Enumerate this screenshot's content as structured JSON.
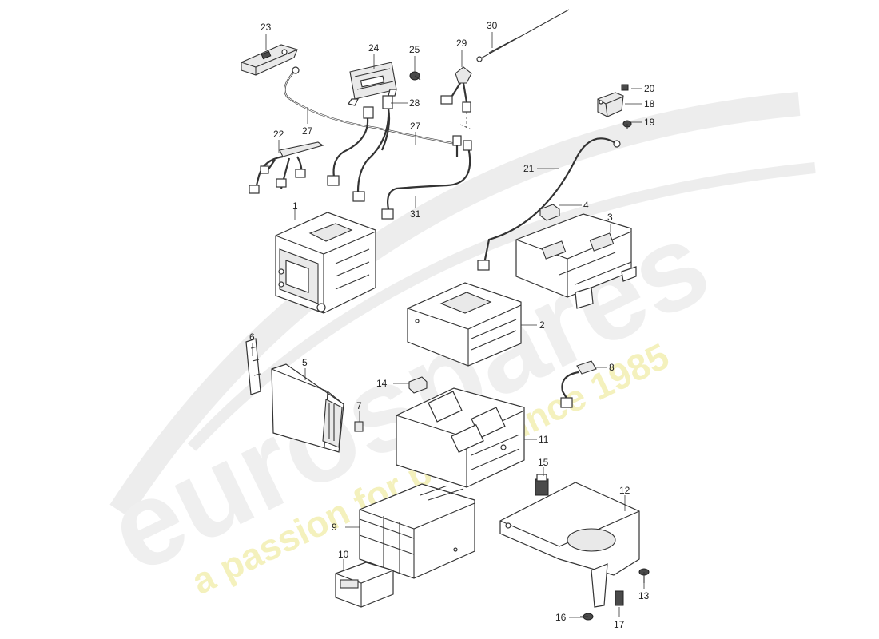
{
  "watermark": {
    "brand": "eurospares",
    "slogan": "a passion for parts since 1985"
  },
  "callouts": {
    "c1": "1",
    "c2": "2",
    "c3": "3",
    "c4": "4",
    "c5": "5",
    "c6": "6",
    "c7": "7",
    "c8": "8",
    "c9": "9",
    "c10": "10",
    "c11": "11",
    "c12": "12",
    "c13": "13",
    "c14": "14",
    "c15": "15",
    "c16": "16",
    "c17": "17",
    "c18": "18",
    "c19": "19",
    "c20": "20",
    "c21": "21",
    "c22": "22",
    "c23": "23",
    "c24": "24",
    "c25": "25",
    "c27a": "27",
    "c27b": "27",
    "c28": "28",
    "c29": "29",
    "c30": "30",
    "c31": "31"
  }
}
